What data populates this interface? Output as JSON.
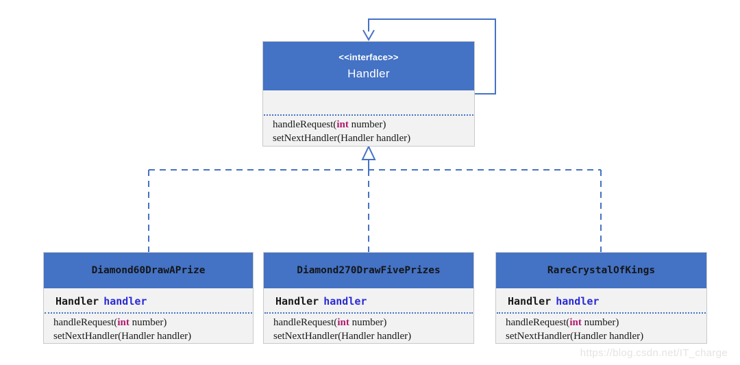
{
  "diagram": {
    "title_hint": "Chain of Responsibility UML class diagram",
    "colors": {
      "header_blue": "#4472c4",
      "body_gray": "#f2f2f2",
      "connector_blue": "#4472c4",
      "keyword_magenta": "#b0186c",
      "field_name_blue": "#2a2ad4"
    },
    "interface": {
      "stereotype": "<<interface>>",
      "name": "Handler",
      "methods": [
        {
          "pre": "handleRequest(",
          "keyword": "int",
          "post": " number)"
        },
        {
          "pre": "setNextHandler(Handler handler)",
          "keyword": "",
          "post": ""
        }
      ]
    },
    "classes": [
      {
        "name": "Diamond60DrawAPrize",
        "field": {
          "type": "Handler",
          "name": "handler"
        },
        "methods": [
          {
            "pre": "handleRequest(",
            "keyword": "int",
            "post": " number)"
          },
          {
            "pre": "setNextHandler(Handler handler)",
            "keyword": "",
            "post": ""
          }
        ]
      },
      {
        "name": "Diamond270DrawFivePrizes",
        "field": {
          "type": "Handler",
          "name": "handler"
        },
        "methods": [
          {
            "pre": "handleRequest(",
            "keyword": "int",
            "post": " number)"
          },
          {
            "pre": "setNextHandler(Handler handler)",
            "keyword": "",
            "post": ""
          }
        ]
      },
      {
        "name": "RareCrystalOfKings",
        "field": {
          "type": "Handler",
          "name": "handler"
        },
        "methods": [
          {
            "pre": "handleRequest(",
            "keyword": "int",
            "post": " number)"
          },
          {
            "pre": "setNextHandler(Handler handler)",
            "keyword": "",
            "post": ""
          }
        ]
      }
    ],
    "watermark": "https://blog.csdn.net/IT_charge"
  }
}
